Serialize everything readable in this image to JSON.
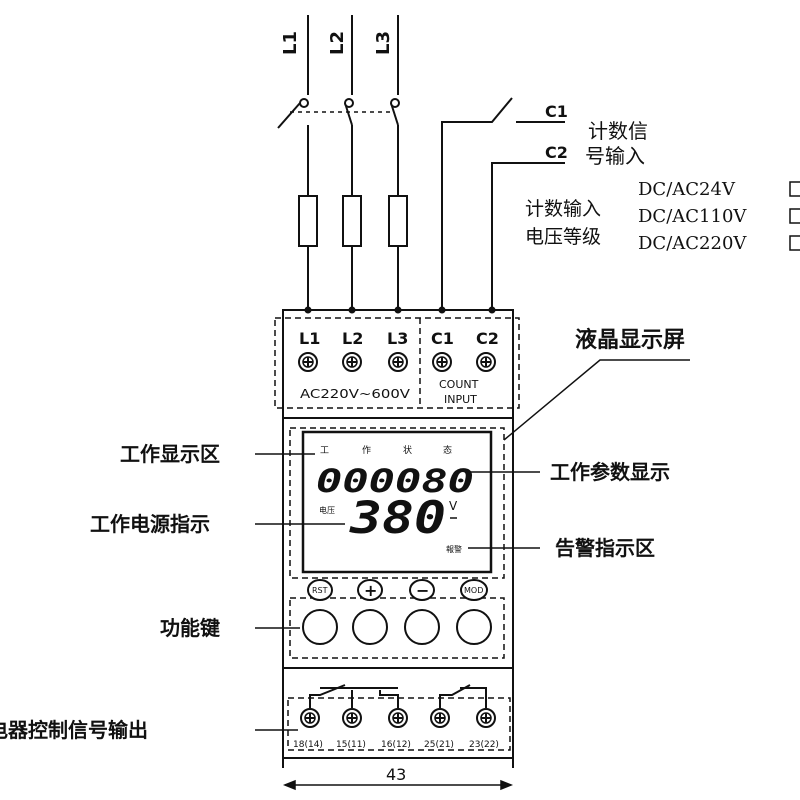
{
  "lines": {
    "l1": "L1",
    "l2": "L2",
    "l3": "L3"
  },
  "count_signal": {
    "c1": "C1",
    "c2": "C2",
    "label1": "计数信",
    "label2": "号输入"
  },
  "voltage_levels": {
    "label1": "计数输入",
    "label2": "电压等级",
    "opt1": "DC/AC24V",
    "opt2": "DC/AC110V",
    "opt3": "DC/AC220V"
  },
  "terminals_top": {
    "l1": "L1",
    "l2": "L2",
    "l3": "L3",
    "c1": "C1",
    "c2": "C2",
    "range": "AC220V~600V",
    "count1": "COUNT",
    "count2": "INPUT"
  },
  "display": {
    "state_chars": [
      "工",
      "作",
      "状",
      "态"
    ],
    "counter": "000080",
    "volt_tag": "电压",
    "voltage": "380",
    "unit": "V",
    "alarm_tag": "報警"
  },
  "buttons": [
    "RST",
    "+",
    "−",
    "MOD"
  ],
  "terminals_bottom": [
    "18(14)",
    "15(11)",
    "16(12)",
    "25(21)",
    "23(22)"
  ],
  "dimension": "43",
  "callouts": {
    "lcd": "液晶显示屏",
    "work_area": "工作显示区",
    "params": "工作参数显示",
    "power": "工作电源指示",
    "alarm": "告警指示区",
    "keys": "功能键",
    "relay": "继电器控制信号输出"
  },
  "colors": {
    "ink": "#111111",
    "background": "#ffffff"
  }
}
